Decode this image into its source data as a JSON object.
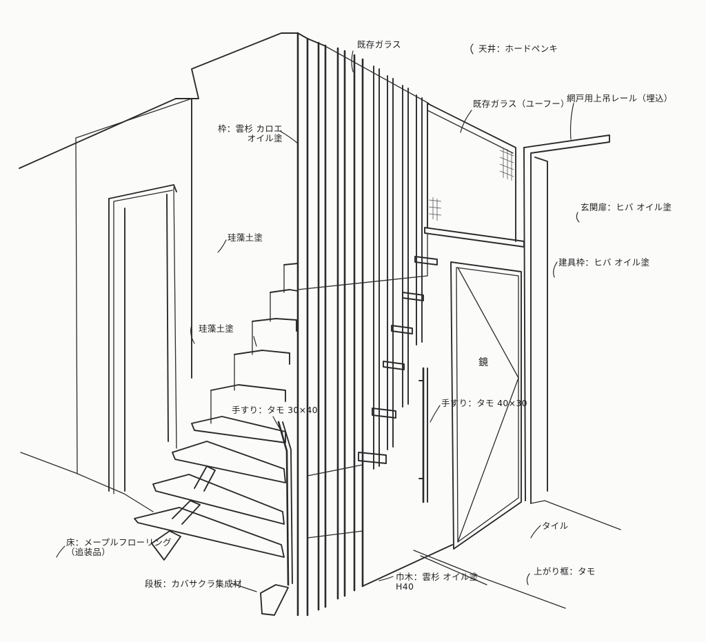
{
  "annotations": {
    "existing_glass": "既存ガラス",
    "ceiling": "天井：ホードペンキ",
    "existing_glass_reglazed": "既存ガラス（ユーフー）",
    "screen_door_rail": "網戸用上吊レール（埋込）",
    "frame": "枠：雲杉 カロエ\nオイル塗",
    "diatomite_wall": "珪藻土塗",
    "diatomite_stair": "珪藻土塗",
    "entrance_door": "玄関扉：ヒバ オイル塗",
    "fixture_frame": "建具枠：ヒバ オイル塗",
    "mirror": "鏡",
    "handrail_stair": "手すり：タモ 30×40",
    "handrail_wall": "手すり：タモ 40×30",
    "floor": "床：メープルフローリング\n（追装品）",
    "tile": "タイル",
    "tread": "段板：カバサクラ集成材",
    "baseboard": "巾木：雲杉 オイル塗\nH40",
    "step_frame": "上がり框：タモ"
  }
}
